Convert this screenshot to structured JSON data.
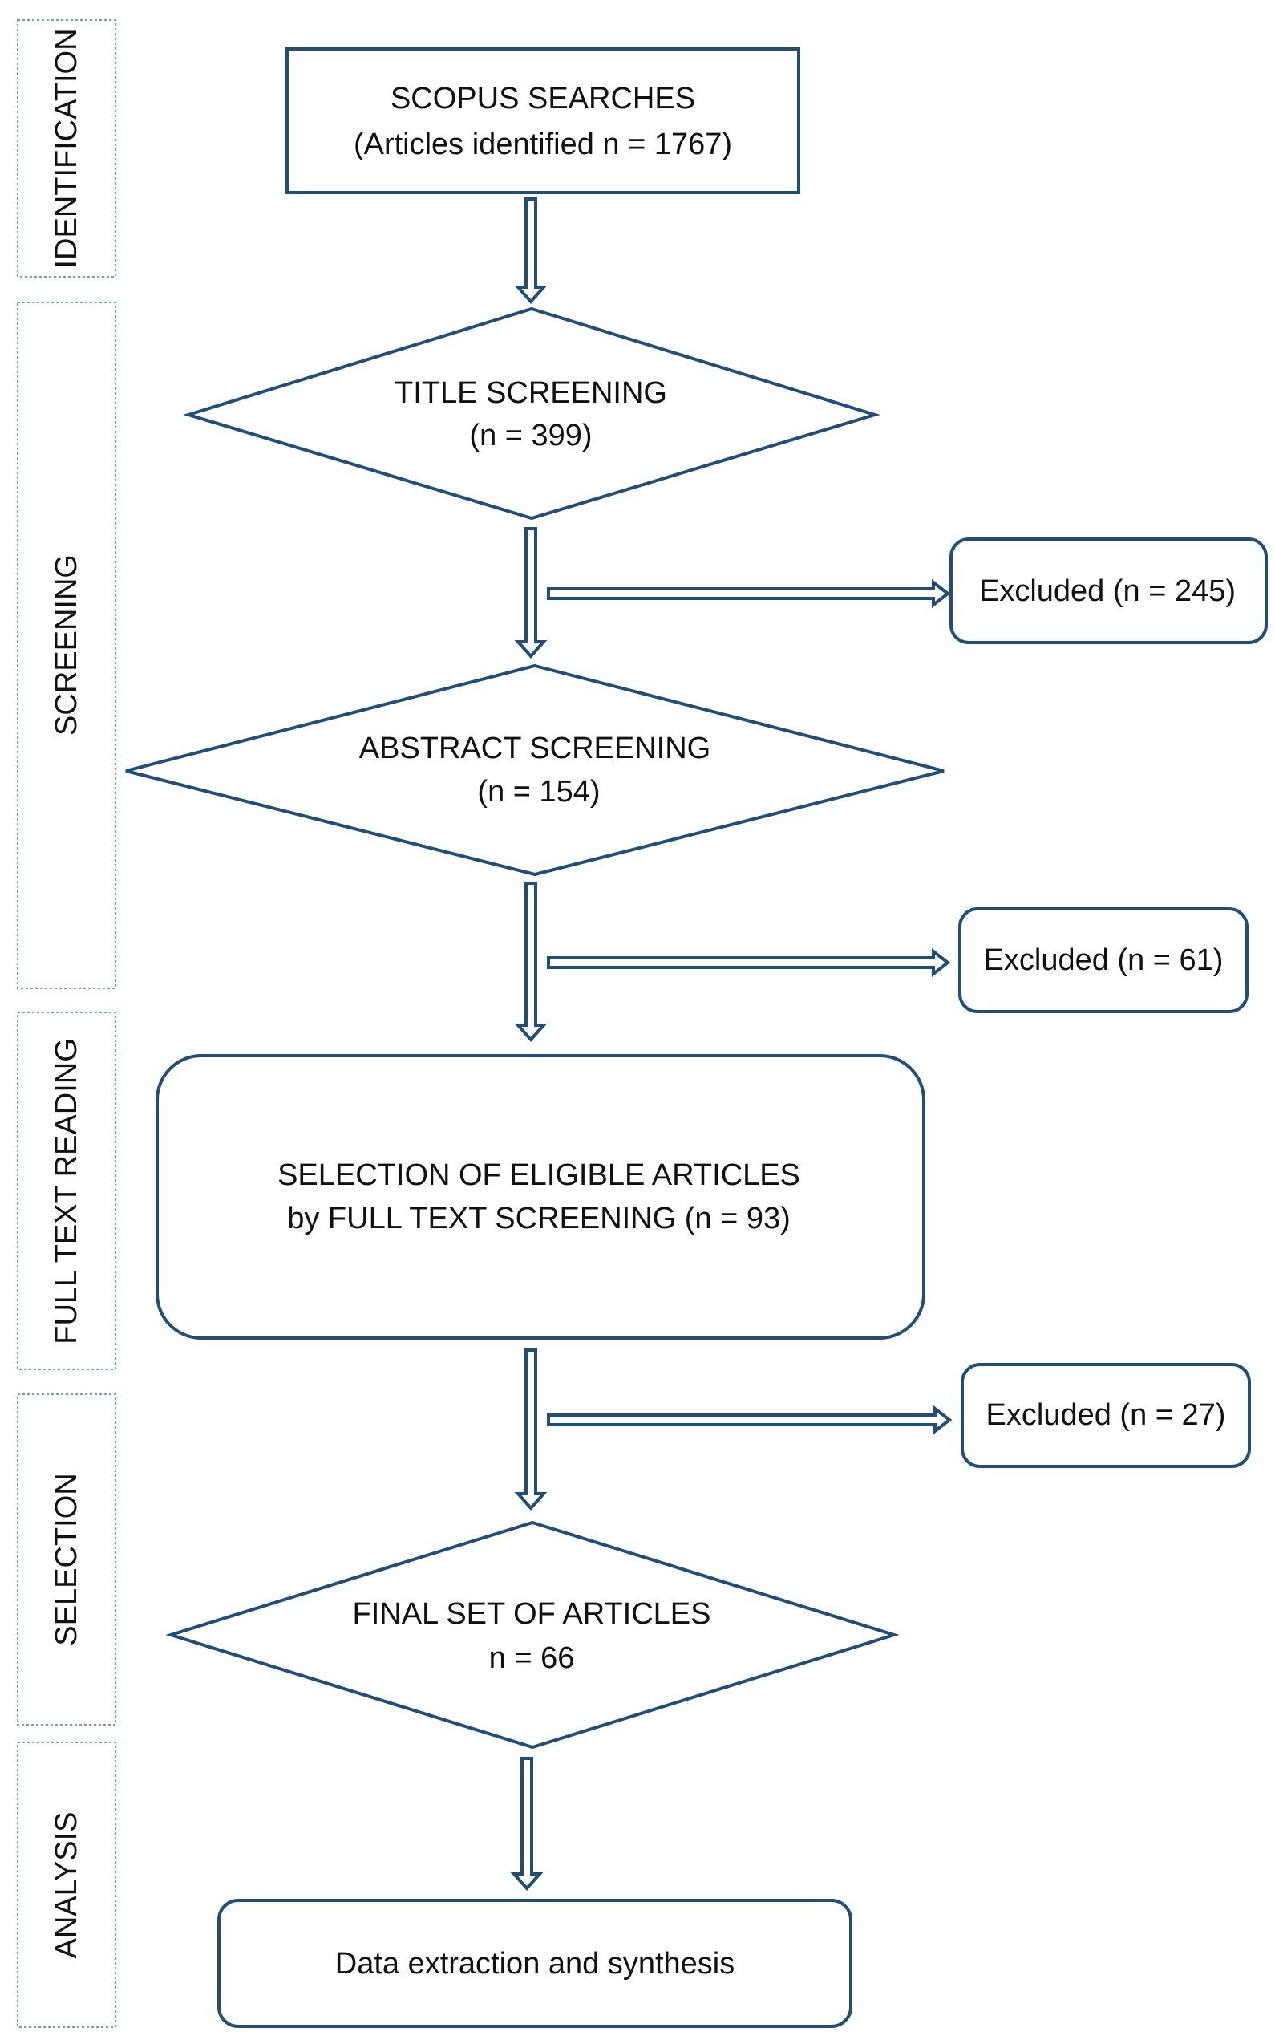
{
  "colors": {
    "stroke": "#1f4e79",
    "stage_border": "#6a9fc4",
    "text": "#111111",
    "background": "#ffffff"
  },
  "stages": {
    "identification": "IDENTIFICATION",
    "screening": "SCREENING",
    "full_text_reading": "FULL TEXT READING",
    "selection": "SELECTION",
    "analysis": "ANALYSIS"
  },
  "nodes": {
    "scopus": {
      "line1": "SCOPUS SEARCHES",
      "line2": "(Articles identified n = 1767)"
    },
    "title_screening": {
      "line1": "TITLE SCREENING",
      "line2": "(n = 399)"
    },
    "abstract_screening": {
      "line1": "ABSTRACT SCREENING",
      "line2": "(n = 154)"
    },
    "full_text": {
      "line1": "SELECTION OF ELIGIBLE ARTICLES",
      "line2": "by FULL TEXT SCREENING (n = 93)"
    },
    "final_set": {
      "line1": "FINAL SET OF ARTICLES",
      "line2": "n = 66"
    },
    "data_extraction": {
      "line1": "Data extraction and synthesis"
    }
  },
  "excluded": {
    "after_title": "Excluded (n = 245)",
    "after_abstract": "Excluded (n = 61)",
    "after_full_text": "Excluded (n = 27)"
  }
}
